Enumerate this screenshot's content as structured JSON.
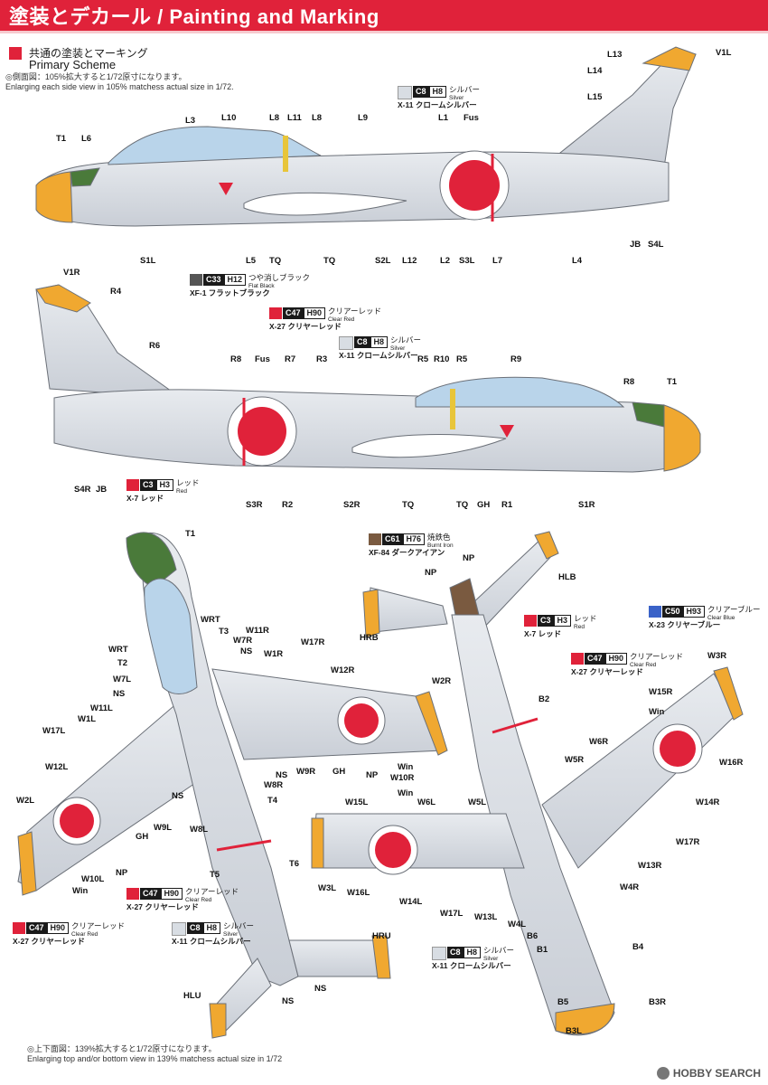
{
  "title": "塗装とデカール / Painting and Marking",
  "scheme": {
    "jp": "共通の塗装とマーキング",
    "en": "Primary Scheme"
  },
  "note_side": {
    "jp": "◎側面図：105%拡大すると1/72原寸になります。",
    "en": "Enlarging each side view in 105% matchess actual size in 1/72."
  },
  "note_top": {
    "jp": "◎上下面図：139%拡大すると1/72原寸になります。",
    "en": "Enlarging top and/or bottom view in 139% matchess actual size in 1/72"
  },
  "colors": {
    "red": "#e0223a",
    "silver": "#d8dde3",
    "orange": "#f0a830",
    "green": "#4a7a3a",
    "canopy": "#b9d4ea",
    "flatblack": "#555555",
    "burntiron": "#7a5a40",
    "clearblue": "#3a62c8"
  },
  "paints": {
    "silver": {
      "c": "C8",
      "h": "H8",
      "jp": "シルバー",
      "en": "Silver",
      "tool": "X-11 クロームシルバー"
    },
    "flatblack": {
      "c": "C33",
      "h": "H12",
      "jp": "つや消しブラック",
      "en": "Flat Black",
      "tool": "XF-1 フラットブラック"
    },
    "clearred": {
      "c": "C47",
      "h": "H90",
      "jp": "クリアーレッド",
      "en": "Clear Red",
      "tool": "X-27 クリヤーレッド"
    },
    "red": {
      "c": "C3",
      "h": "H3",
      "jp": "レッド",
      "en": "Red",
      "tool": "X-7 レッド"
    },
    "burntiron": {
      "c": "C61",
      "h": "H76",
      "jp": "焼鉄色",
      "en": "Burnt Iron",
      "tool": "XF-84 ダークアイアン"
    },
    "clearblue": {
      "c": "C50",
      "h": "H93",
      "jp": "クリアーブルー",
      "en": "Clear Blue",
      "tool": "X-23 クリヤーブルー"
    }
  },
  "labels": {
    "side_left": [
      "L13",
      "V1L",
      "L14",
      "L15",
      "L3",
      "L10",
      "L8",
      "L11",
      "L8",
      "L9",
      "L1",
      "Fus",
      "T1",
      "L6",
      "S1L",
      "L5",
      "TQ",
      "TQ",
      "S2L",
      "L12",
      "L2",
      "S3L",
      "L7",
      "L4",
      "JB",
      "S4L"
    ],
    "side_right": [
      "V1R",
      "R4",
      "R6",
      "R8",
      "Fus",
      "R7",
      "R3",
      "R5",
      "R10",
      "R5",
      "R9",
      "R8",
      "T1",
      "S4R",
      "JB",
      "S3R",
      "R2",
      "S2R",
      "TQ",
      "TQ",
      "GH",
      "R1",
      "S1R"
    ],
    "top_view": [
      "T1",
      "WRT",
      "T3",
      "W11R",
      "W7R",
      "NS",
      "W1R",
      "W17R",
      "WRT",
      "T2",
      "W7L",
      "NS",
      "W12R",
      "W2R",
      "W11L",
      "W1L",
      "W17L",
      "W12L",
      "NS",
      "W9R",
      "GH",
      "NP",
      "Win",
      "W10R",
      "W8R",
      "T4",
      "W2L",
      "NS",
      "W9L",
      "W8L",
      "GH",
      "T6",
      "T5",
      "NP",
      "W10L",
      "Win",
      "HRU",
      "HLU",
      "NS",
      "NS"
    ],
    "bottom_view": [
      "NP",
      "NP",
      "HLB",
      "HRB",
      "W3R",
      "W15R",
      "Win",
      "B2",
      "W6R",
      "W5R",
      "W16R",
      "Win",
      "W15L",
      "W6L",
      "W5L",
      "W14R",
      "W17R",
      "W13R",
      "W3L",
      "W16L",
      "W14L",
      "W17L",
      "W13L",
      "W4L",
      "W4R",
      "B6",
      "B1",
      "B4",
      "B5",
      "B3R",
      "B3L"
    ]
  },
  "logo": "HOBBY SEARCH"
}
